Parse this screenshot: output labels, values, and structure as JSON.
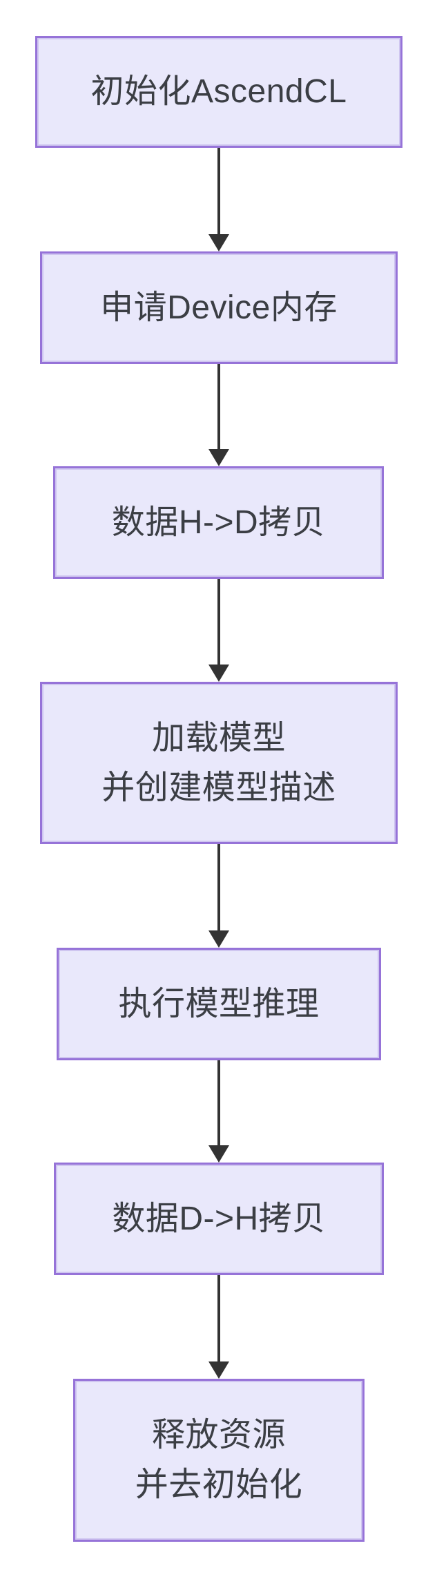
{
  "diagram": {
    "type": "flowchart",
    "direction": "top-down",
    "nodes": [
      {
        "label": "初始化AscendCL"
      },
      {
        "label": "申请Device内存"
      },
      {
        "label": "数据H->D拷贝"
      },
      {
        "label": "加载模型\n并创建模型描述"
      },
      {
        "label": "执行模型推理"
      },
      {
        "label": "数据D->H拷贝"
      },
      {
        "label": "释放资源\n并去初始化"
      }
    ],
    "edges": [
      {
        "from": 0,
        "to": 1
      },
      {
        "from": 1,
        "to": 2
      },
      {
        "from": 2,
        "to": 3
      },
      {
        "from": 3,
        "to": 4
      },
      {
        "from": 4,
        "to": 5
      },
      {
        "from": 5,
        "to": 6
      }
    ],
    "colors": {
      "node_fill": "#E9E8FB",
      "node_border": "#9673D8",
      "node_inner_edge": "#CFC6F0",
      "text": "#3B3E44",
      "arrow": "#333333",
      "background": "#FFFFFF"
    }
  }
}
